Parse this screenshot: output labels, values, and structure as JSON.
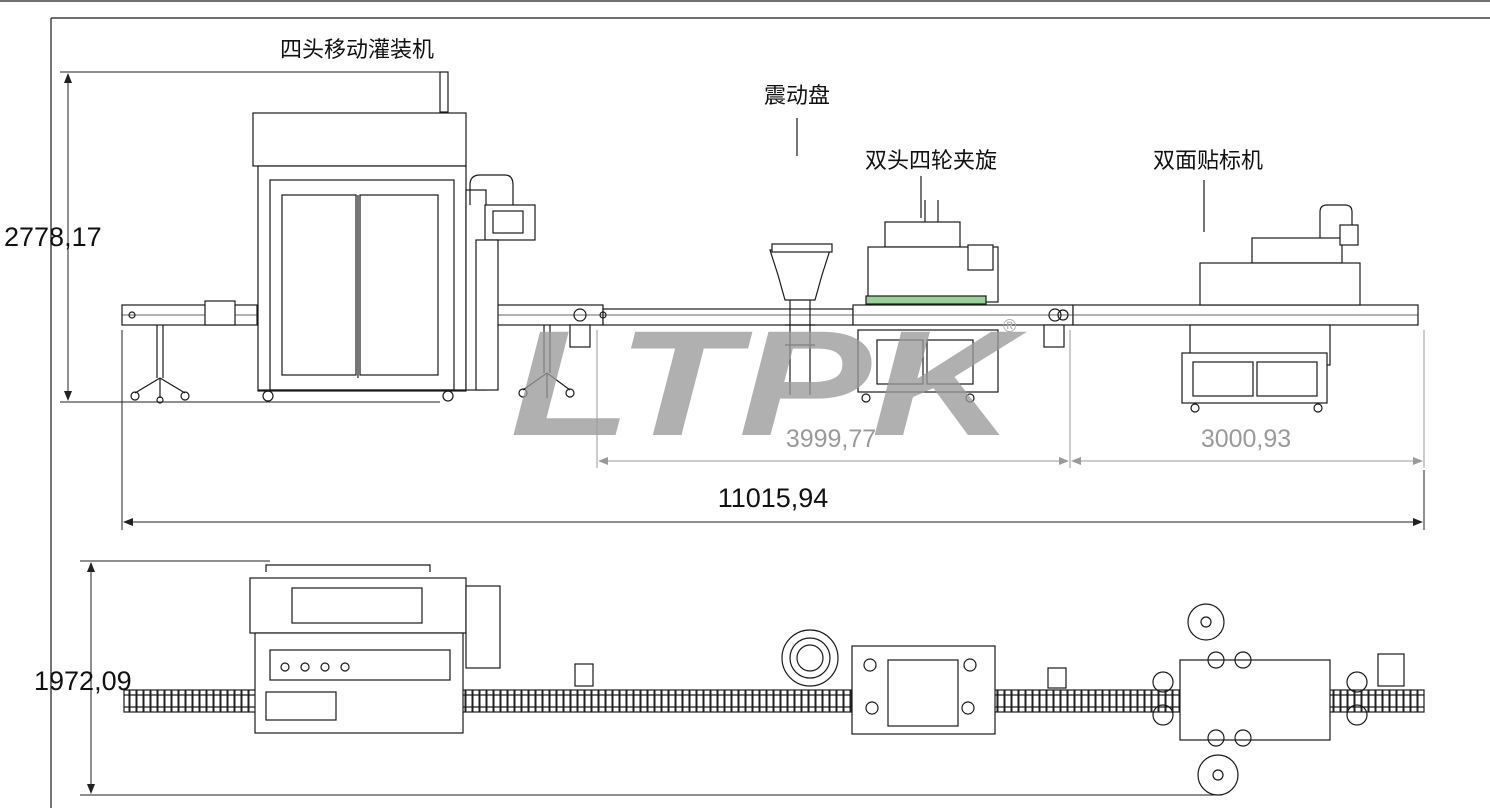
{
  "labels": {
    "filling_machine": "四头移动灌装机",
    "vibratory_bowl": "震动盘",
    "capping_machine": "双头四轮夹旋",
    "labeling_machine": "双面贴标机"
  },
  "dimensions": {
    "side_height": "2778,17",
    "capper_length": "3999,77",
    "labeler_length": "3000,93",
    "total_length": "11015,94",
    "top_width": "1972,09"
  },
  "watermark": {
    "text": "LTPK",
    "registered_mark": "®"
  }
}
